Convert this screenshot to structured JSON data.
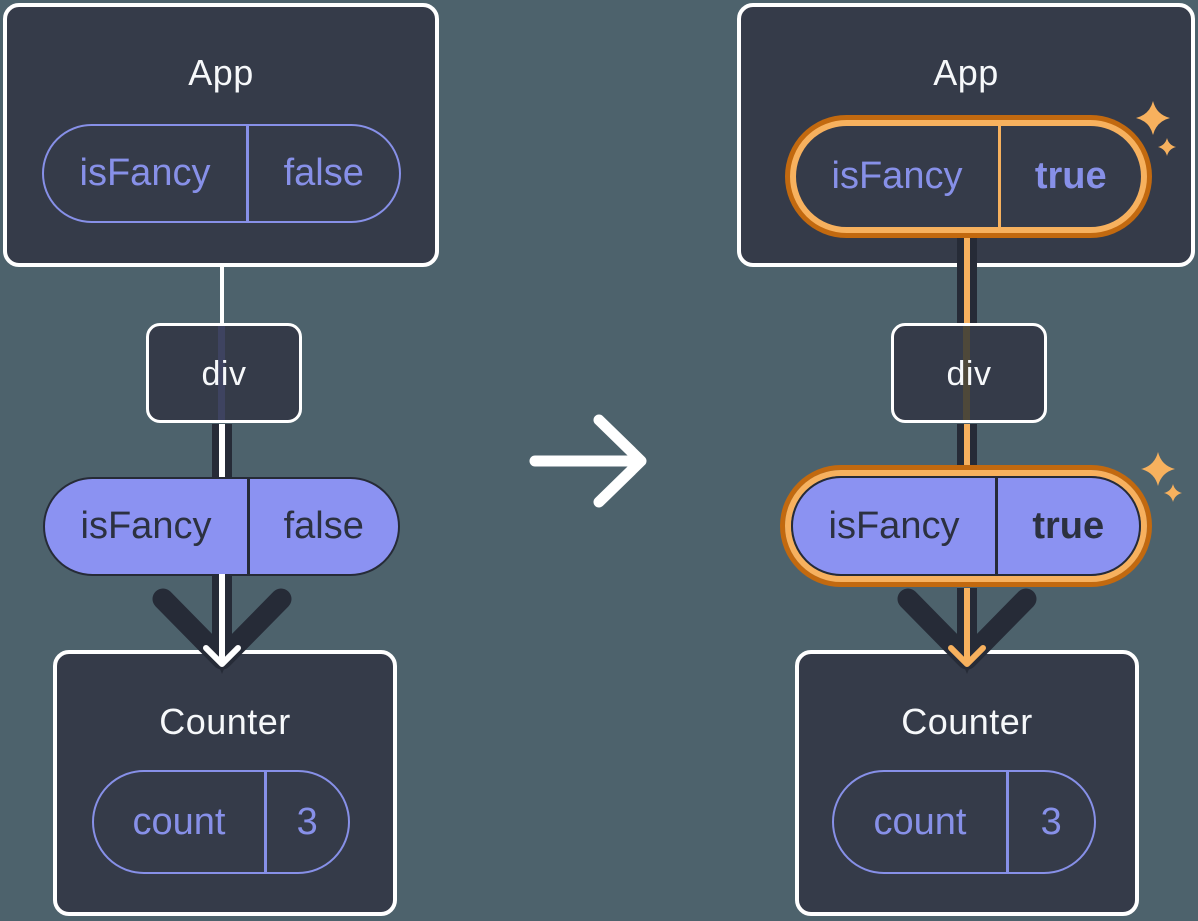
{
  "title": "Updating isFancy prop flowing from App through div to Counter",
  "colors": {
    "background": "#4D626C",
    "component_box_fill": "#353B49",
    "component_box_border": "#FFFFFF",
    "prop_purple": "#8790E8",
    "prop_fill_purple": "#8B92F2",
    "dark_text_on_purple": "#2C3140",
    "flow_arrow_dark": "#262B37",
    "highlight_orange_dark": "#C2690F",
    "highlight_orange_light": "#F7B15E",
    "title_text": "#F6F8FA"
  },
  "icons": {
    "transition_arrow": "→",
    "flow_arrow": "↓",
    "sparkle": "✦"
  },
  "before": {
    "app": {
      "title": "App",
      "prop": {
        "name": "isFancy",
        "value": "false"
      }
    },
    "div": {
      "title": "div"
    },
    "passed_prop": {
      "name": "isFancy",
      "value": "false"
    },
    "counter": {
      "title": "Counter",
      "state": {
        "name": "count",
        "value": "3"
      }
    }
  },
  "after": {
    "app": {
      "title": "App",
      "prop": {
        "name": "isFancy",
        "value": "true"
      }
    },
    "div": {
      "title": "div"
    },
    "passed_prop": {
      "name": "isFancy",
      "value": "true"
    },
    "counter": {
      "title": "Counter",
      "state": {
        "name": "count",
        "value": "3"
      }
    }
  }
}
